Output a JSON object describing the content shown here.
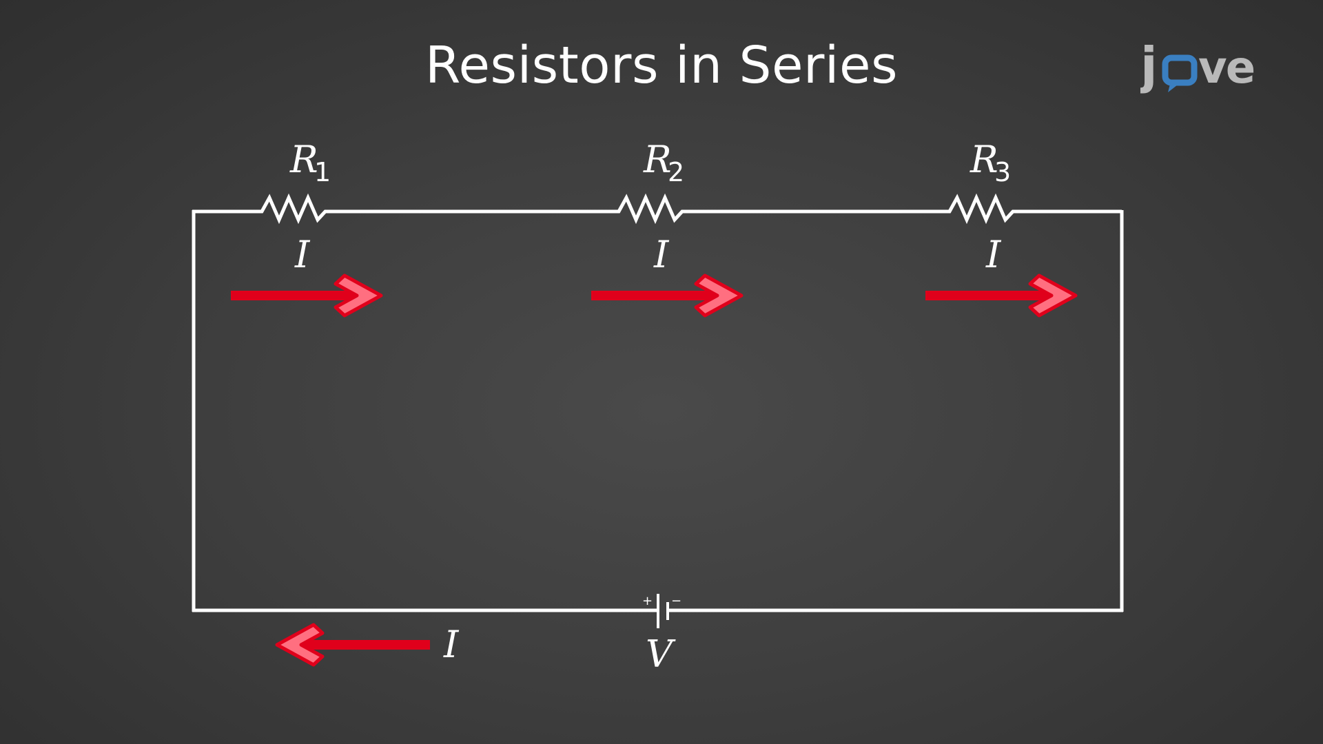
{
  "title": "Resistors in Series",
  "logo_text": "jove",
  "resistors": [
    {
      "symbol": "R",
      "subscript": "1"
    },
    {
      "symbol": "R",
      "subscript": "2"
    },
    {
      "symbol": "R",
      "subscript": "3"
    }
  ],
  "current_label": "I",
  "battery": {
    "label": "V",
    "plus": "+",
    "minus": "−"
  },
  "colors": {
    "wire": "#ffffff",
    "arrow_fill": "#e0001b",
    "arrow_head_inner": "#ff6f80",
    "logo_grey": "#b9b9b9",
    "logo_blue": "#3a7fc1"
  },
  "icons": [
    "current-arrow-right",
    "current-arrow-left",
    "resistor-symbol",
    "battery-symbol"
  ]
}
